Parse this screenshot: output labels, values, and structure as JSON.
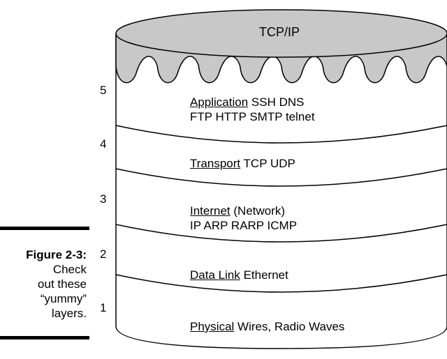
{
  "stack": {
    "title": "TCP/IP",
    "layers": [
      {
        "number": "5",
        "name": "Application",
        "line1_rest": "SSH DNS",
        "line2": "FTP HTTP SMTP telnet"
      },
      {
        "number": "4",
        "name": "Transport",
        "line1_rest": "TCP UDP",
        "line2": ""
      },
      {
        "number": "3",
        "name": "Internet",
        "line1_rest": "(Network)",
        "line2": "IP ARP RARP ICMP"
      },
      {
        "number": "2",
        "name": "Data Link",
        "line1_rest": "Ethernet",
        "line2": ""
      },
      {
        "number": "1",
        "name": "Physical",
        "line1_rest": "Wires, Radio Waves",
        "line2": ""
      }
    ]
  },
  "caption": {
    "figure_label": "Figure 2-3:",
    "lines": [
      "Check",
      "out these",
      "“yummy”",
      "layers."
    ]
  },
  "colors": {
    "lid_fill": "#c8c8c8",
    "stroke": "#000000"
  }
}
